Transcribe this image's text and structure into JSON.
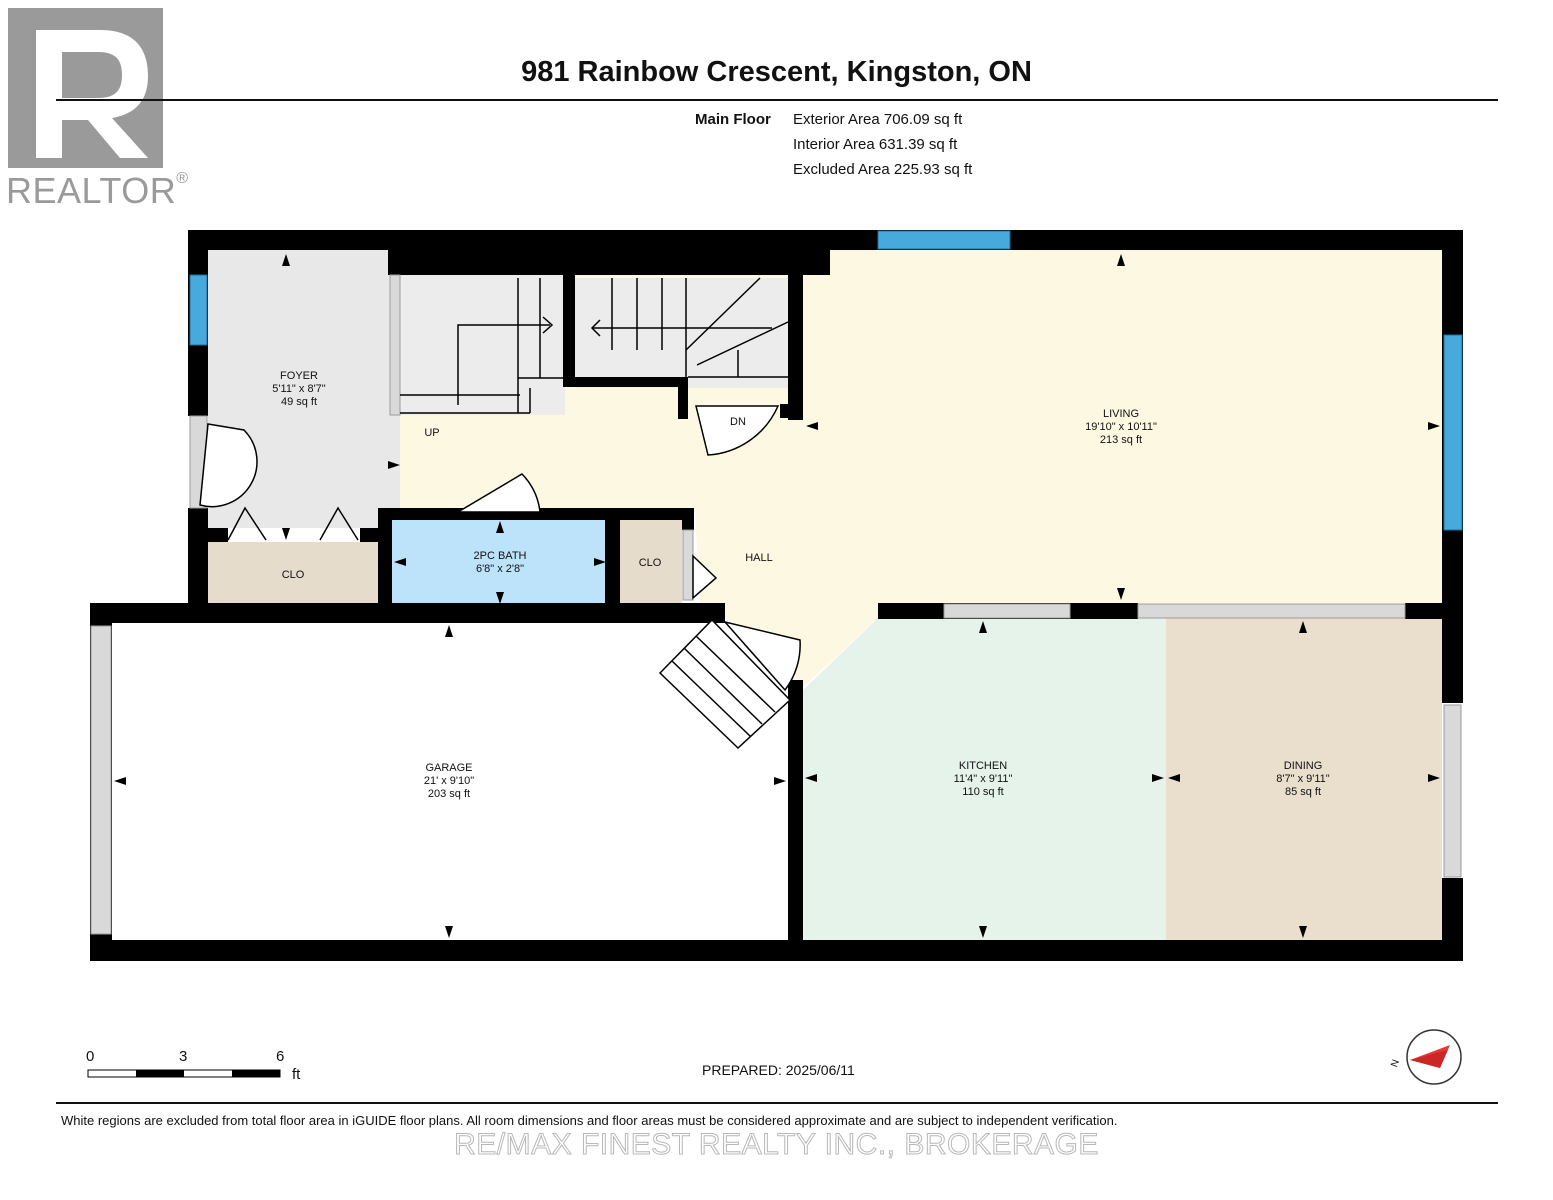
{
  "header": {
    "title": "981 Rainbow Crescent, Kingston, ON",
    "floor_label": "Main Floor",
    "areas": [
      "Exterior Area 706.09 sq ft",
      "Interior Area 631.39 sq ft",
      "Excluded Area 225.93 sq ft"
    ]
  },
  "logo": {
    "text": "REALTOR",
    "registered": "®",
    "color": "#9a9a9a"
  },
  "rooms": {
    "foyer": {
      "name": "FOYER",
      "dims": "5'11\" x 8'7\"",
      "area": "49 sq ft",
      "color": "#e8e8e8"
    },
    "living": {
      "name": "LIVING",
      "dims": "19'10\" x 10'11\"",
      "area": "213 sq ft",
      "color": "#fdf8e2"
    },
    "bath": {
      "name": "2PC BATH",
      "dims": "6'8\" x 2'8\"",
      "area": "",
      "color": "#bde3fa"
    },
    "garage": {
      "name": "GARAGE",
      "dims": "21' x 9'10\"",
      "area": "203 sq ft",
      "color": "#ffffff"
    },
    "kitchen": {
      "name": "KITCHEN",
      "dims": "11'4\" x 9'11\"",
      "area": "110 sq ft",
      "color": "#e6f3ea"
    },
    "dining": {
      "name": "DINING",
      "dims": "8'7\" x 9'11\"",
      "area": "85 sq ft",
      "color": "#e9dfcc"
    }
  },
  "labels": {
    "up": "UP",
    "dn": "DN",
    "hall": "HALL",
    "clo": "CLO"
  },
  "colors": {
    "closet": "#e5dccb",
    "wall": "#000000",
    "window": "#47a9dc",
    "hall": "#fdf8e2"
  },
  "scale": {
    "ticks": [
      "0",
      "3",
      "6"
    ],
    "unit": "ft"
  },
  "prepared": "PREPARED: 2025/06/11",
  "compass": {
    "letter": "N"
  },
  "footnote": "White regions are excluded from total floor area in iGUIDE floor plans. All room dimensions and floor areas must be considered approximate and are subject to independent verification.",
  "watermark": "RE/MAX FINEST REALTY INC., BROKERAGE"
}
